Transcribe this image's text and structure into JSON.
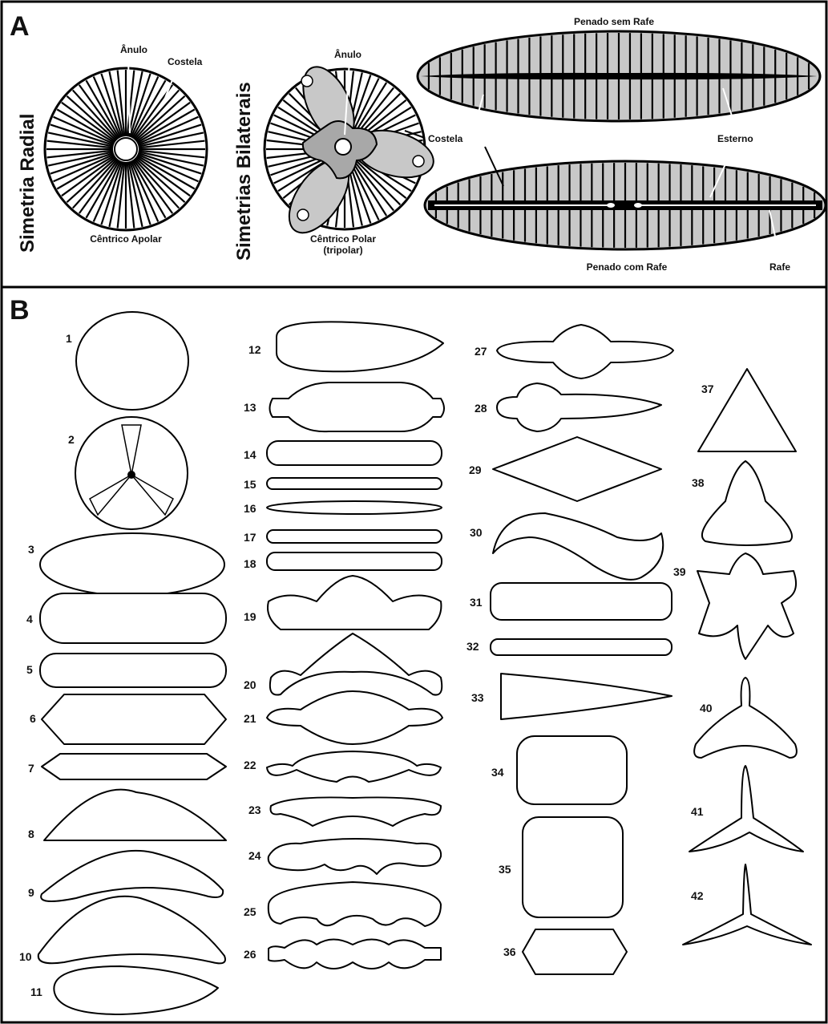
{
  "panel_a": {
    "letter": "A",
    "radial_symmetry_label": "Simetria Radial",
    "bilateral_symmetry_label": "Simetrias Bilaterais",
    "centric_apolar": {
      "caption": "Cêntrico Apolar",
      "anulo": "Ânulo",
      "costela": "Costela"
    },
    "centric_polar": {
      "caption_line1": "Cêntrico Polar",
      "caption_line2": "(tripolar)",
      "anulo": "Ânulo",
      "costela": "Costela"
    },
    "pennate_no_raphe": {
      "caption": "Penado sem Rafe"
    },
    "pennate_raphe": {
      "caption": "Penado com Rafe",
      "esterno": "Esterno",
      "rafe": "Rafe"
    }
  },
  "panel_b": {
    "letter": "B",
    "shape_numbers": [
      "1",
      "2",
      "3",
      "4",
      "5",
      "6",
      "7",
      "8",
      "9",
      "10",
      "11",
      "12",
      "13",
      "14",
      "15",
      "16",
      "17",
      "18",
      "19",
      "20",
      "21",
      "22",
      "23",
      "24",
      "25",
      "26",
      "27",
      "28",
      "29",
      "30",
      "31",
      "32",
      "33",
      "34",
      "35",
      "36",
      "37",
      "38",
      "39",
      "40",
      "41",
      "42"
    ]
  },
  "colors": {
    "frame": "#000000",
    "valve_fill": "#c8c8c8",
    "background": "#ffffff"
  }
}
